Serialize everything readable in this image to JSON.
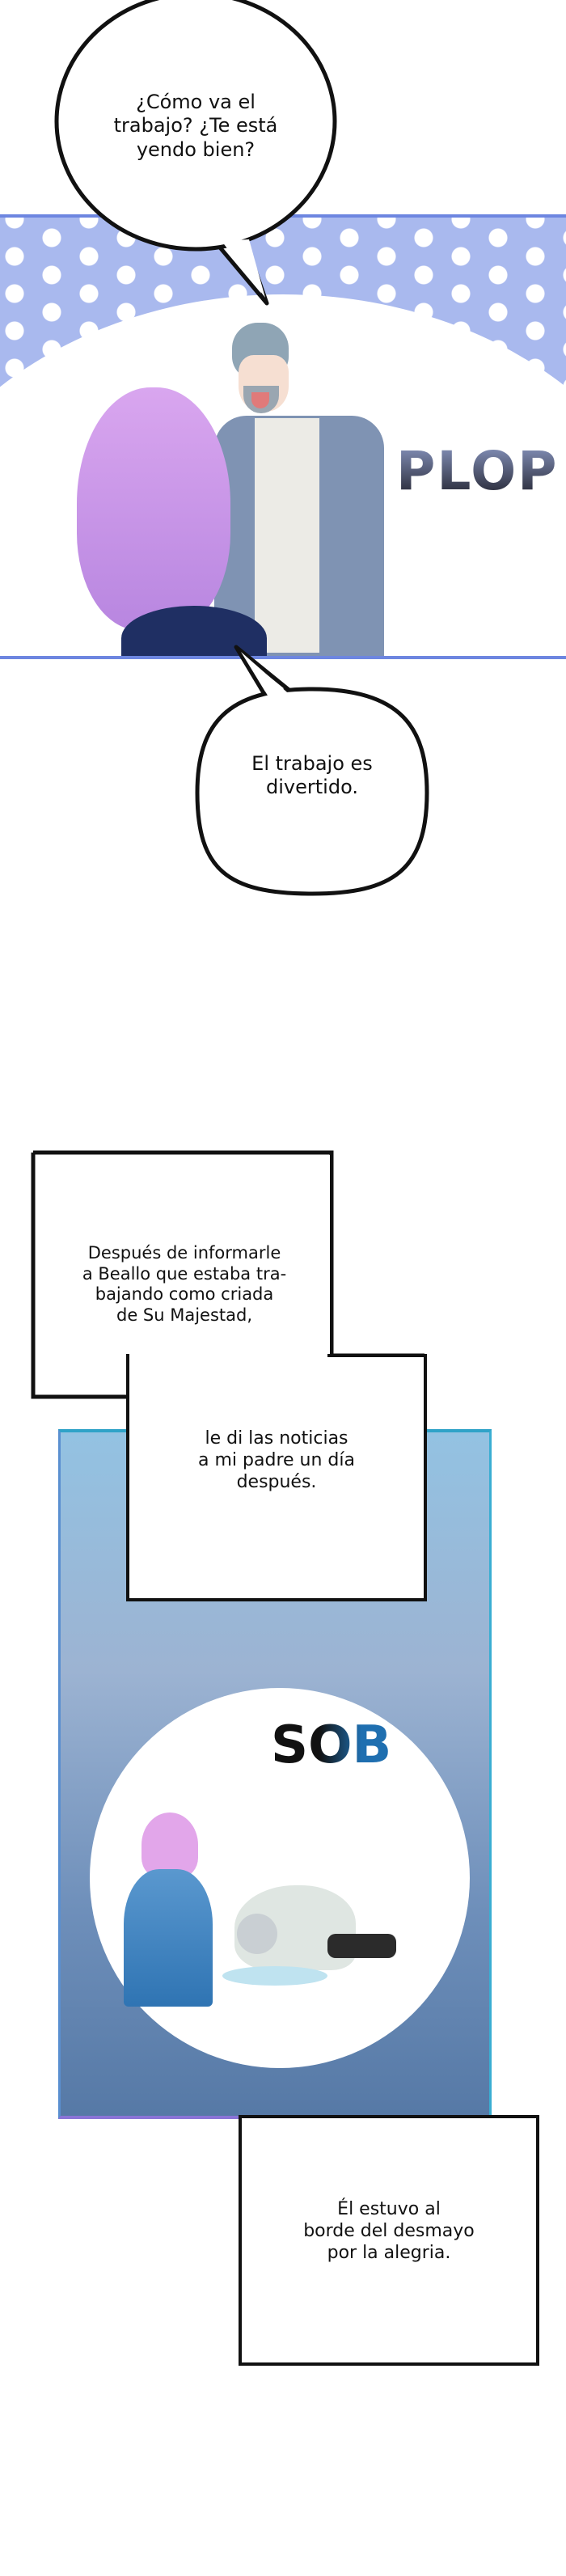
{
  "page": {
    "type": "webtoon-page",
    "background": "#ffffff"
  },
  "bubbles": [
    {
      "id": "bubble-1",
      "lines": [
        "¿Cómo va el",
        "trabajo? ¿Te está",
        "yendo bien?"
      ]
    },
    {
      "id": "bubble-2",
      "lines": [
        "El trabajo es",
        "divertido."
      ]
    }
  ],
  "sfx": {
    "plop": "PLOP",
    "sob": "SOB"
  },
  "captions": [
    {
      "id": "caption-1",
      "lines": [
        "Después de informarle",
        "a Beallo que estaba tra-",
        "bajando como criada",
        "de Su Majestad,"
      ]
    },
    {
      "id": "caption-2",
      "lines": [
        "le di las noticias",
        "a mi padre un día",
        "después."
      ]
    },
    {
      "id": "caption-3",
      "lines": [
        "Él estuvo al",
        "borde del desmayo",
        "por la alegria."
      ]
    }
  ],
  "colors": {
    "panel1_bg": "#a9b9ee",
    "panel1_border": "#6d86e0",
    "panel2_top": "#93c2e2",
    "panel2_bottom": "#5679a6",
    "sob_dark": "#111111",
    "sob_blue": "#1f6fb0",
    "plop": "#2a2a3a"
  }
}
